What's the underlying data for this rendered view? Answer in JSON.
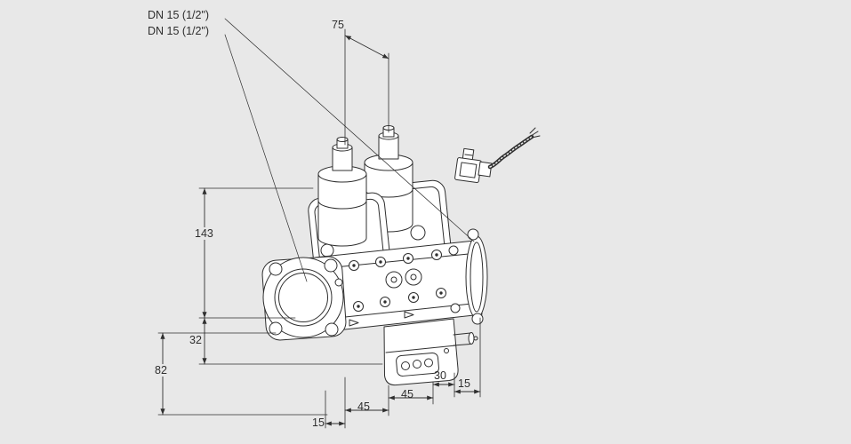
{
  "canvas": {
    "background": "#e8e8e8",
    "ink": "#2f2f2f"
  },
  "connection_labels": {
    "dn_top": "DN 15 (1/2\")",
    "dn_bottom": "DN 15 (1/2\")"
  },
  "dims": {
    "d75": "75",
    "d143": "143",
    "d32": "32",
    "d82": "82",
    "d15_left": "15",
    "d45_left": "45",
    "d45_right": "45",
    "d30": "30",
    "d15_right": "15"
  }
}
